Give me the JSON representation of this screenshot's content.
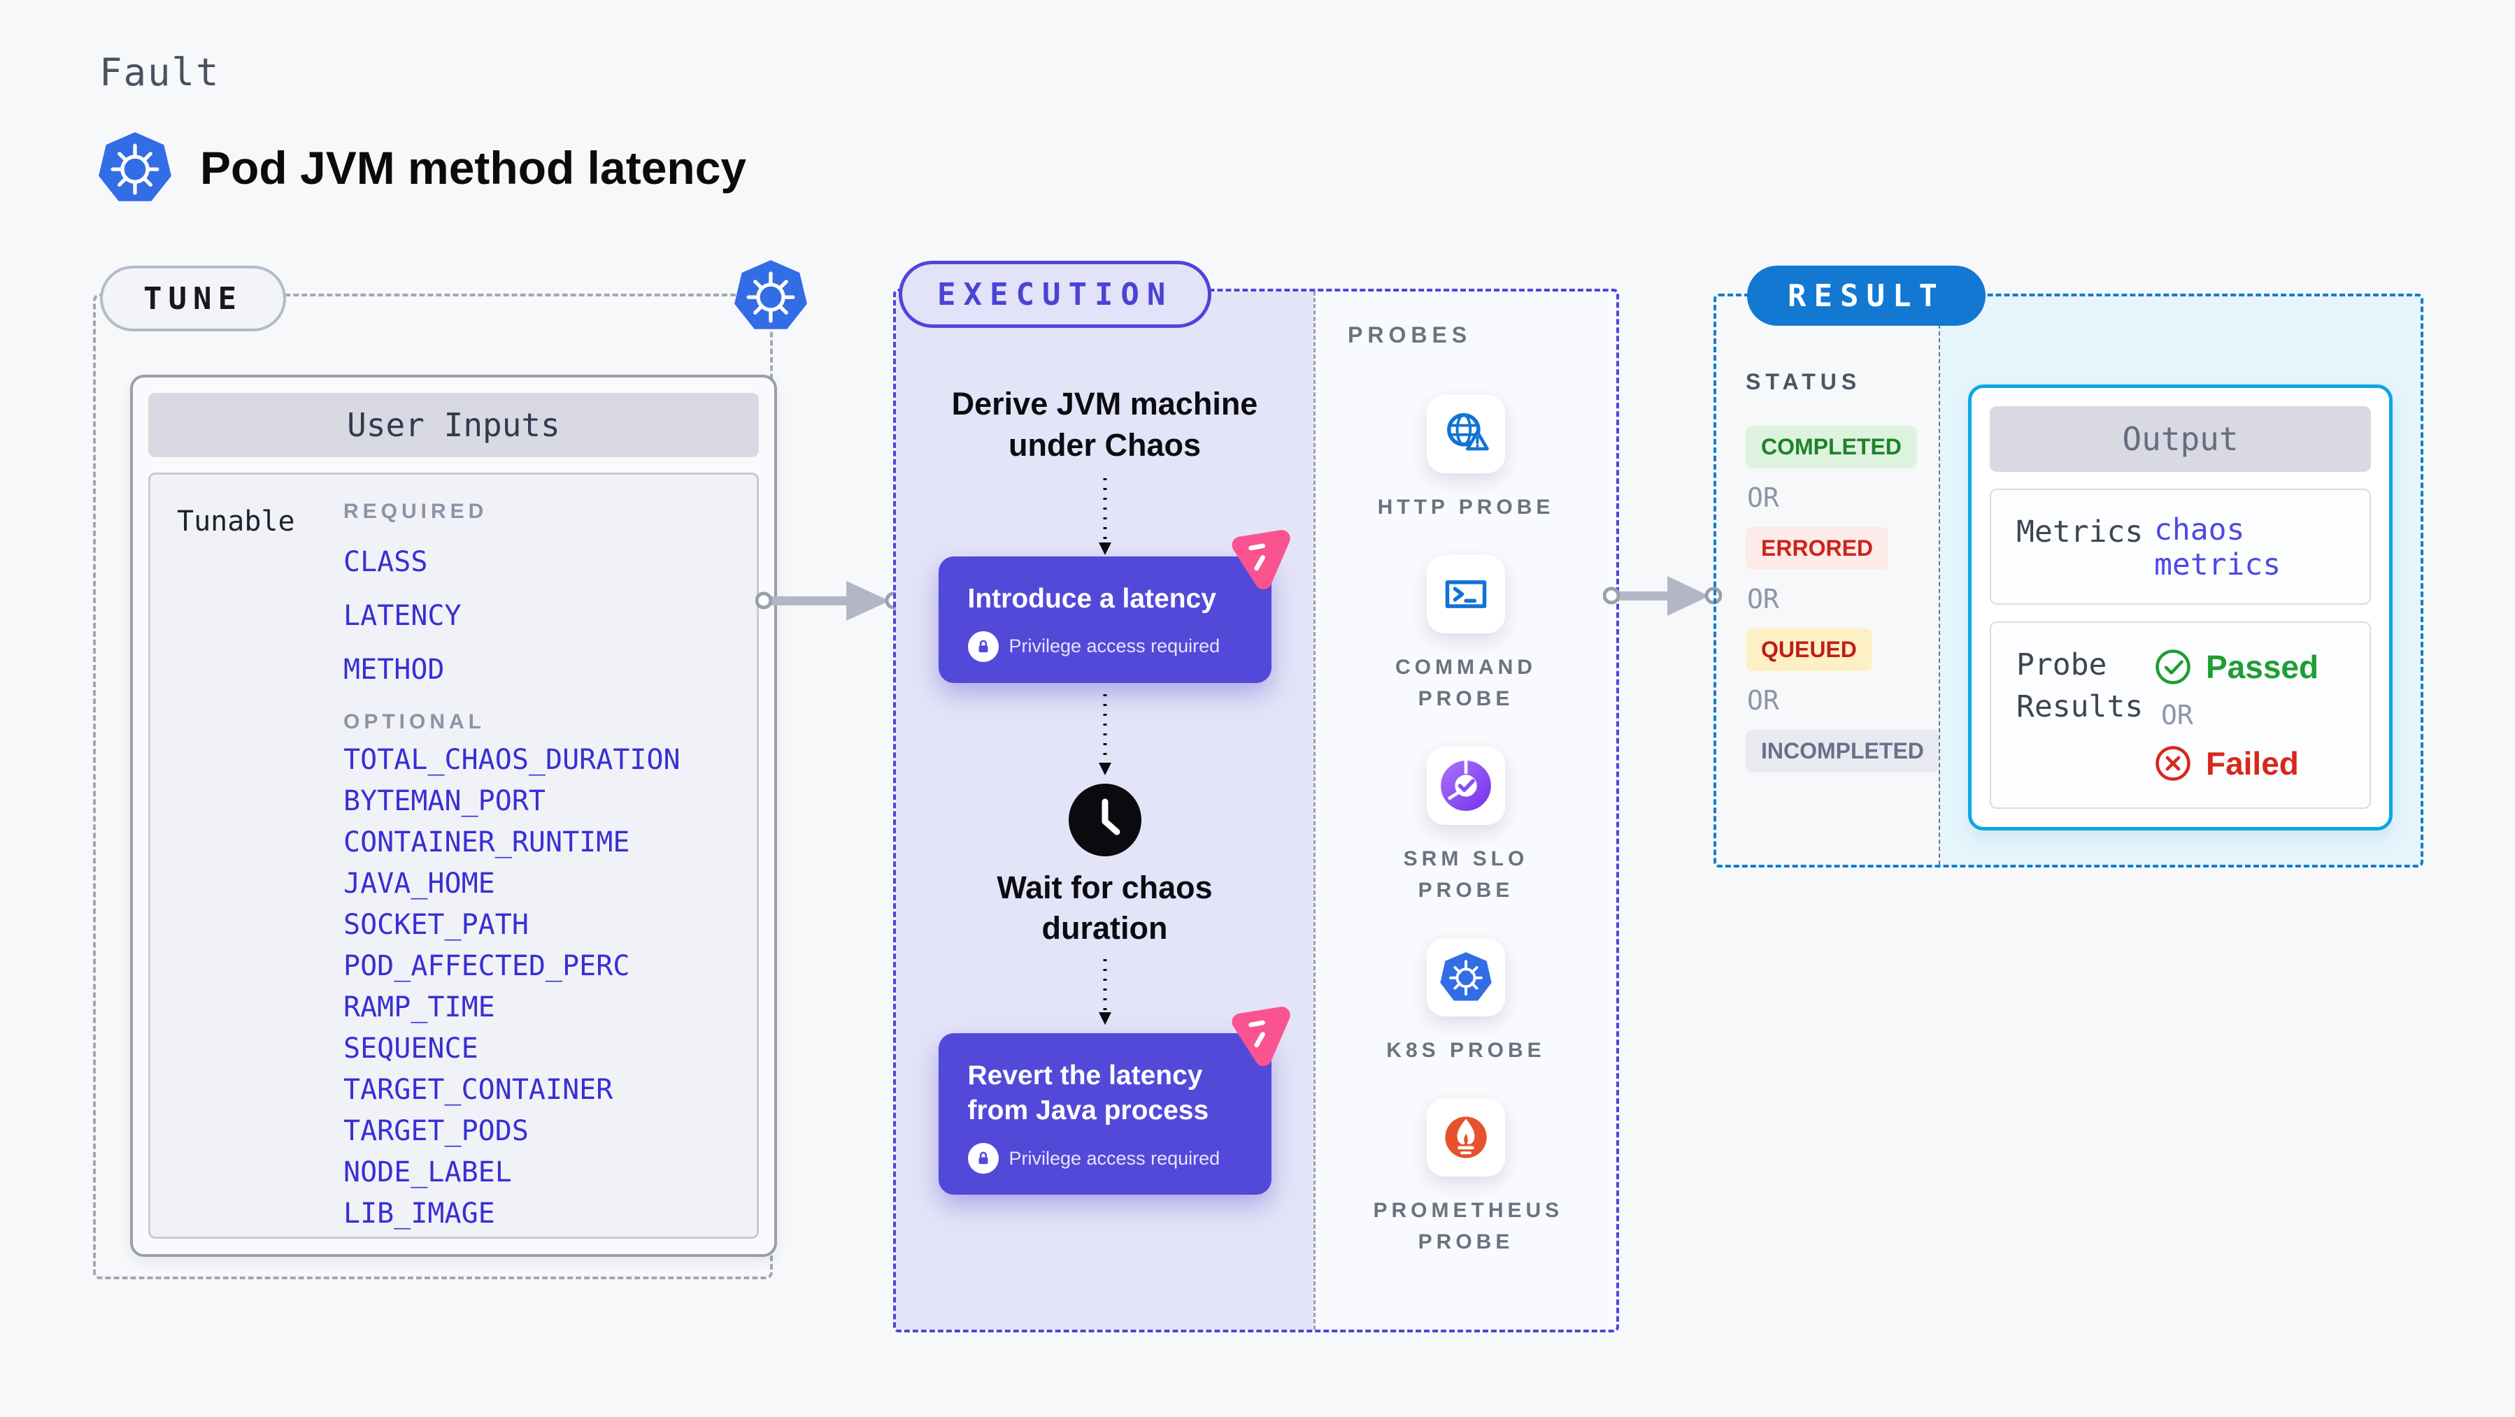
{
  "header": {
    "kicker": "Fault",
    "title": "Pod JVM method latency"
  },
  "tune": {
    "label": "TUNE",
    "card_title": "User Inputs",
    "row_label": "Tunable",
    "required_label": "REQUIRED",
    "optional_label": "OPTIONAL",
    "required": [
      "CLASS",
      "LATENCY",
      "METHOD"
    ],
    "optional": [
      "TOTAL_CHAOS_DURATION",
      "BYTEMAN_PORT",
      "CONTAINER_RUNTIME",
      "JAVA_HOME",
      "SOCKET_PATH",
      "POD_AFFECTED_PERC",
      "RAMP_TIME",
      "SEQUENCE",
      "TARGET_CONTAINER",
      "TARGET_PODS",
      "NODE_LABEL",
      "LIB_IMAGE"
    ]
  },
  "execution": {
    "label": "EXECUTION",
    "step1": "Derive JVM machine under Chaos",
    "card1_title": "Introduce a latency",
    "wait_step": "Wait for chaos duration",
    "card2_title": "Revert the latency from Java process",
    "privilege_note": "Privilege access required"
  },
  "probes": {
    "label": "PROBES",
    "items": [
      {
        "label": "HTTP PROBE",
        "icon": "http-probe-icon"
      },
      {
        "label": "COMMAND PROBE",
        "icon": "command-probe-icon"
      },
      {
        "label": "SRM SLO PROBE",
        "icon": "srm-slo-probe-icon"
      },
      {
        "label": "K8S PROBE",
        "icon": "k8s-probe-icon"
      },
      {
        "label": "PROMETHEUS PROBE",
        "icon": "prometheus-probe-icon"
      }
    ]
  },
  "result": {
    "label": "RESULT",
    "status_label": "STATUS",
    "or_label": "OR",
    "statuses": [
      {
        "label": "COMPLETED",
        "variant": "green"
      },
      {
        "label": "ERRORED",
        "variant": "red"
      },
      {
        "label": "QUEUED",
        "variant": "yellow"
      },
      {
        "label": "INCOMPLETED",
        "variant": "gray"
      }
    ],
    "output": {
      "title": "Output",
      "metrics_label": "Metrics",
      "metrics_value": "chaos metrics",
      "probe_results_label": "Probe Results",
      "passed_label": "Passed",
      "or_label": "OR",
      "failed_label": "Failed"
    }
  },
  "colors": {
    "accent_indigo": "#5249d9",
    "execution_dash": "#4d46d8",
    "accent_pink": "#f9548f",
    "result_blue": "#1278d2",
    "output_cyan": "#0ca7e0",
    "param_blue": "#382fd4",
    "passed_green": "#1d9e33",
    "failed_red": "#d6281c",
    "k8s_blue": "#326de6",
    "prometheus_orange": "#e6522c",
    "srm_purple": "#8b5cf6",
    "probe_icon_blue": "#1273d3"
  }
}
